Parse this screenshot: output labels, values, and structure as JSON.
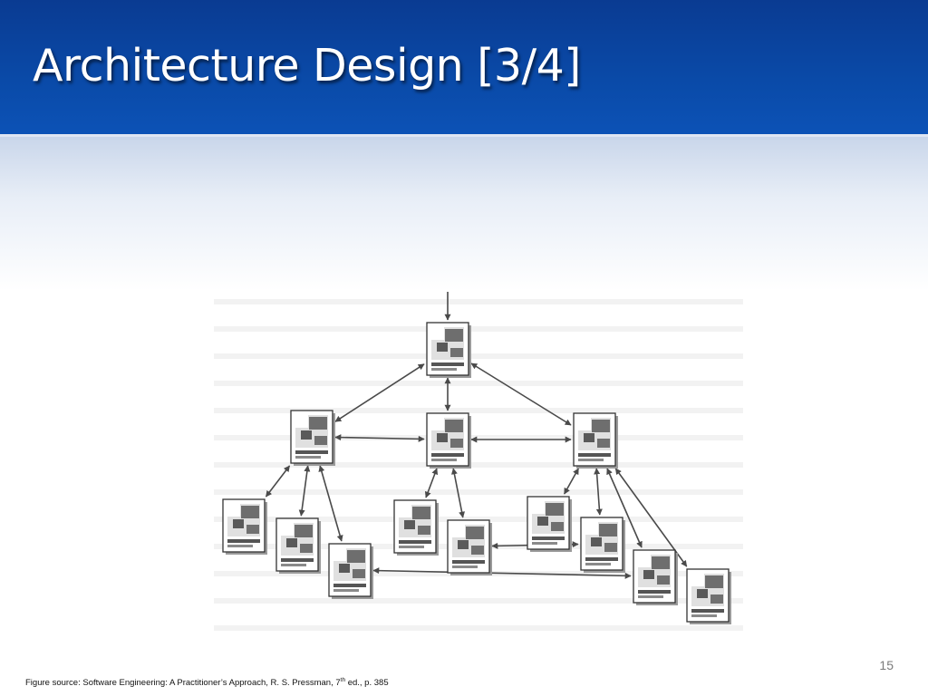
{
  "slide": {
    "title": "Architecture Design [3/4]",
    "slide_number": "15",
    "source": {
      "prefix": "Figure source: Software Engineering: A Practitioner’s Approach, R. S. Pressman, 7",
      "superscript": "th",
      "suffix": " ed., p. 385"
    }
  },
  "colors": {
    "header": "#0a4aa8",
    "title_text": "#ffffff",
    "arrow": "#4a4a4a",
    "page_border": "#333333"
  },
  "diagram": {
    "nodes": [
      {
        "id": "root"
      },
      {
        "id": "left"
      },
      {
        "id": "center"
      },
      {
        "id": "right"
      },
      {
        "id": "left-leaf-1"
      },
      {
        "id": "left-leaf-2"
      },
      {
        "id": "left-leaf-3"
      },
      {
        "id": "center-leaf-1"
      },
      {
        "id": "center-leaf-2"
      },
      {
        "id": "right-leaf-1"
      },
      {
        "id": "right-leaf-2"
      },
      {
        "id": "right-leaf-3"
      },
      {
        "id": "right-leaf-4"
      }
    ],
    "edges": [
      {
        "from": "root",
        "to": "left"
      },
      {
        "from": "root",
        "to": "center"
      },
      {
        "from": "root",
        "to": "right"
      },
      {
        "from": "left",
        "to": "center"
      },
      {
        "from": "center",
        "to": "right"
      },
      {
        "from": "left",
        "to": "left-leaf-1"
      },
      {
        "from": "left",
        "to": "left-leaf-2"
      },
      {
        "from": "left",
        "to": "left-leaf-3"
      },
      {
        "from": "center",
        "to": "center-leaf-1"
      },
      {
        "from": "center",
        "to": "center-leaf-2"
      },
      {
        "from": "right",
        "to": "right-leaf-1"
      },
      {
        "from": "right",
        "to": "right-leaf-2"
      },
      {
        "from": "right",
        "to": "right-leaf-3"
      },
      {
        "from": "right",
        "to": "right-leaf-4"
      },
      {
        "from": "center-leaf-2",
        "to": "right-leaf-2"
      },
      {
        "from": "left-leaf-3",
        "to": "right-leaf-3"
      }
    ]
  }
}
